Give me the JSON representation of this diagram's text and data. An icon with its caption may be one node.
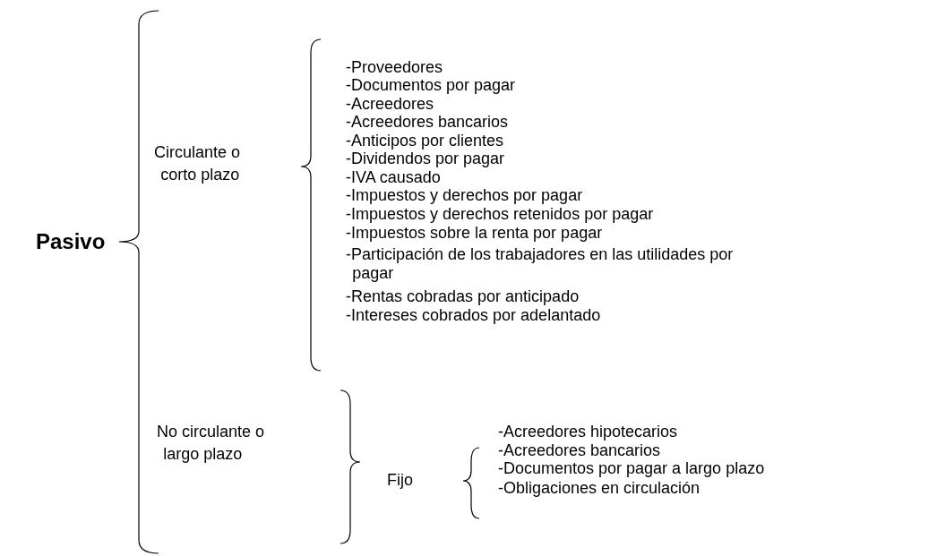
{
  "diagram": {
    "labels": [
      "Pasivo",
      "Circulante o corto plazo",
      "-Proveedores",
      "-Documentos por pagar",
      "-Acreedores",
      "-Acreedores bancarios",
      "-Anticipos por clientes",
      "-Dividendos por pagar",
      "-IVA causado",
      "-Impuestos y derechos por pagar",
      "-Impuestos y derechos retenidos por pagar",
      "-Impuestos sobre la renta por pagar",
      "-Participación de los trabajadores en las utilidades por pagar",
      "-Rentas cobradas por anticipado",
      "-Intereses cobrados por adelantado",
      "No circulante o largo plazo",
      "Fijo",
      "-Acreedores hipotecarios",
      "-Acreedores bancarios",
      "-Documentos por pagar a largo plazo",
      "-Obligaciones en circulación"
    ]
  }
}
